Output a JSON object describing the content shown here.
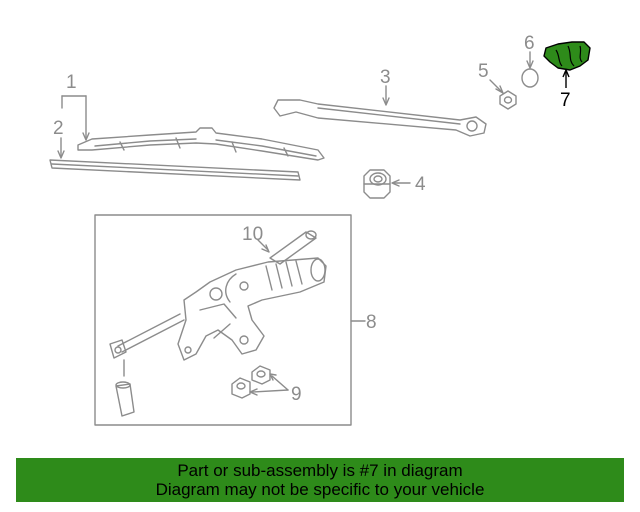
{
  "callouts": {
    "c1": "1",
    "c2": "2",
    "c3": "3",
    "c4": "4",
    "c5": "5",
    "c6": "6",
    "c7": "7",
    "c8": "8",
    "c9": "9",
    "c10": "10"
  },
  "highlight": {
    "part_number": "7",
    "color": "#2e8b1a"
  },
  "banner": {
    "line1": "Part or sub-assembly is #7 in diagram",
    "line2": "Diagram may not be specific to your vehicle",
    "background": "#2e8b1a"
  },
  "colors": {
    "line": "#8c8c8c",
    "fill": "#ffffff"
  }
}
